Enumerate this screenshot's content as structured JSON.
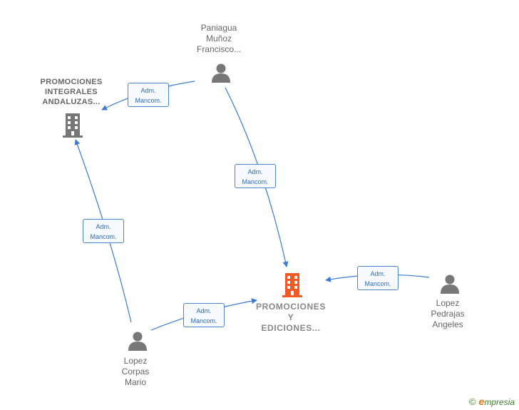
{
  "nodes": {
    "paniagua": {
      "lines": [
        "Paniagua",
        "Muñoz",
        "Francisco..."
      ]
    },
    "promociones_integrales": {
      "lines": [
        "PROMOCIONES",
        "INTEGRALES",
        "ANDALUZAS..."
      ]
    },
    "promociones_ediciones": {
      "lines": [
        "PROMOCIONES",
        "Y",
        "EDICIONES..."
      ]
    },
    "lopez_pedrajas": {
      "lines": [
        "Lopez",
        "Pedrajas",
        "Angeles"
      ]
    },
    "lopez_corpas": {
      "lines": [
        "Lopez",
        "Corpas",
        "Mario"
      ]
    }
  },
  "edges": [
    {
      "line1": "Adm.",
      "line2": "Mancom."
    },
    {
      "line1": "Adm.",
      "line2": "Mancom."
    },
    {
      "line1": "Adm.",
      "line2": "Mancom."
    },
    {
      "line1": "Adm.",
      "line2": "Mancom."
    },
    {
      "line1": "Adm.",
      "line2": "Mancom."
    }
  ],
  "colors": {
    "edge": "#3a7bd5",
    "person": "#777777",
    "company": "#777777",
    "highlight": "#f05a24"
  },
  "brand": {
    "copyright": "©",
    "initial": "e",
    "rest": "mpresia"
  }
}
